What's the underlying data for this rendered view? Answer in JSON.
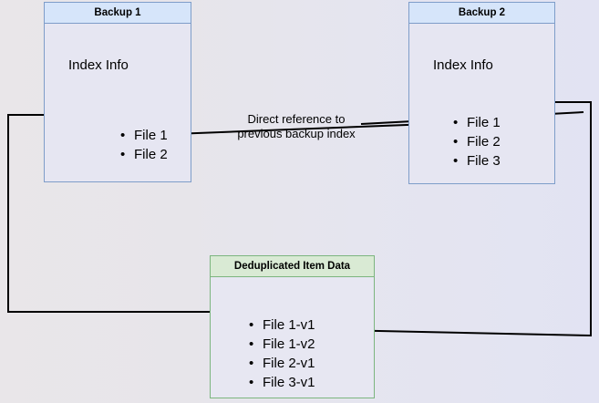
{
  "diagram": {
    "title": "Backup deduplication reference diagram",
    "background": {
      "gradient_from": "#e9e6e9",
      "gradient_to": "#e2e3f3"
    },
    "colors": {
      "backup_border": "#7e9dc9",
      "backup_header_fill": "#d6e5fa",
      "backup_body_fill": "#e6e6f2",
      "dedup_border": "#7cb57f",
      "dedup_header_fill": "#d9ead4",
      "arrow": "#000000"
    },
    "nodes": {
      "backup1": {
        "header": "Backup 1",
        "section_title": "Index Info",
        "items": [
          "File 1",
          "File 2"
        ]
      },
      "backup2": {
        "header": "Backup 2",
        "section_title": "Index Info",
        "items": [
          "File 1",
          "File 2",
          "File 3"
        ]
      },
      "dedup": {
        "header": "Deduplicated Item Data",
        "items": [
          "File 1-v1",
          "File 1-v2",
          "File 2-v1",
          "File 3-v1"
        ]
      }
    },
    "edges": {
      "direct_reference_label": "Direct reference to\nprevious backup index"
    }
  }
}
